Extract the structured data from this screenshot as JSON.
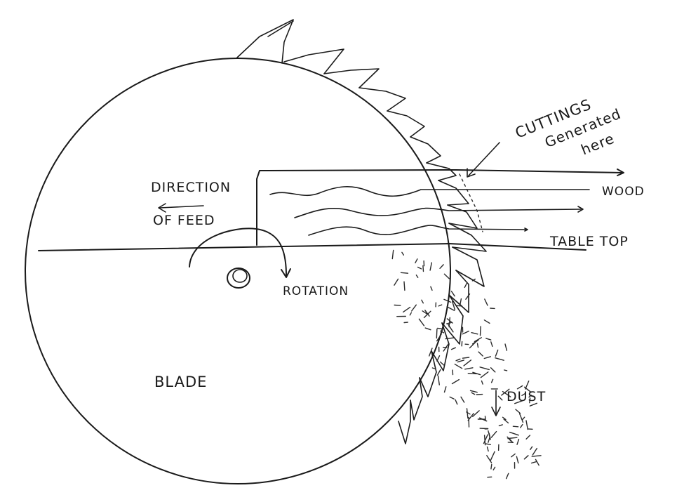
{
  "labels": {
    "direction": "DIRECTION",
    "of_feed": "OF FEED",
    "rotation": "ROTATION",
    "blade": "BLADE",
    "wood": "WOOD",
    "table_top": "TABLE TOP",
    "dust": "DUST",
    "cuttings_1": "CUTTINGS",
    "cuttings_2": "Generated",
    "cuttings_3": "here"
  },
  "colors": {
    "ink": "#1a1a1a",
    "paper": "#ffffff"
  }
}
